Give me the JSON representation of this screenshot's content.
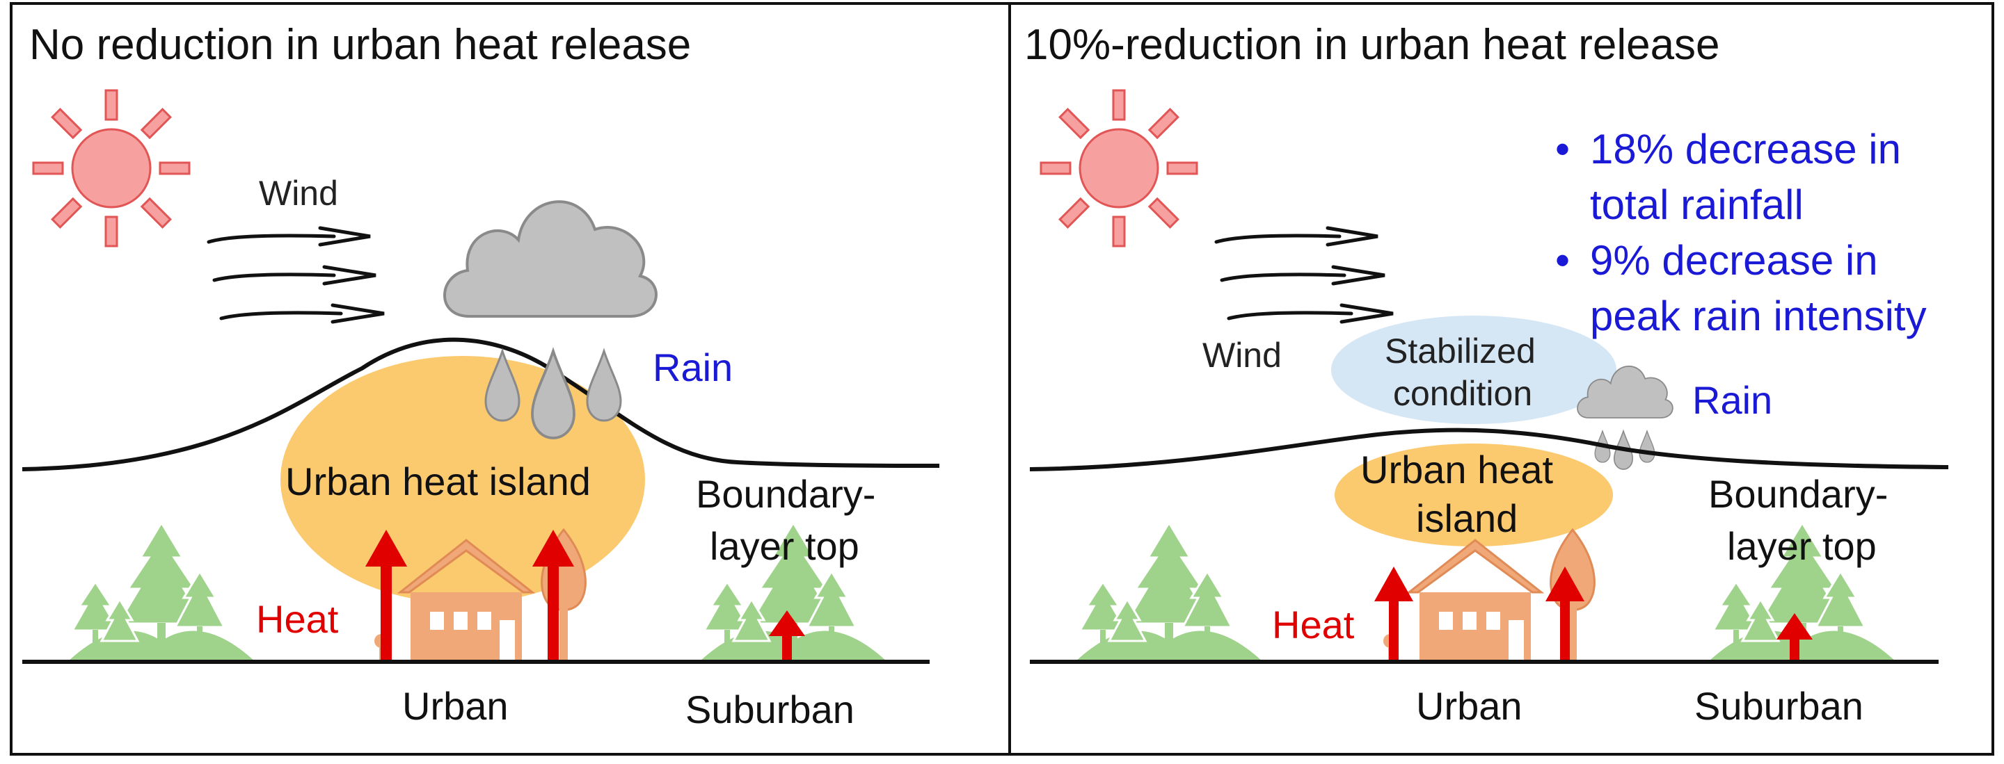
{
  "colors": {
    "sun": "#f7a0a0",
    "sun_stroke": "#e25555",
    "cloud": "#c0c0c0",
    "heat_island": "#fbc96e",
    "stabilized": "#d5e6f5",
    "tree": "#9fd28a",
    "house": "#f0a878",
    "heat_arrow": "#e00000",
    "note_text": "#1a1ad6"
  },
  "left_panel": {
    "title": "No reduction in urban heat release",
    "wind": "Wind",
    "rain": "Rain",
    "heat_island": "Urban heat island",
    "heat": "Heat",
    "boundary_line1": "Boundary-",
    "boundary_line2": "layer top",
    "urban": "Urban",
    "suburban": "Suburban"
  },
  "right_panel": {
    "title": "10%-reduction in urban heat release",
    "wind": "Wind",
    "rain": "Rain",
    "stabilized_line1": "Stabilized",
    "stabilized_line2": "condition",
    "heat_island_line1": "Urban heat",
    "heat_island_line2": "island",
    "heat": "Heat",
    "boundary_line1": "Boundary-",
    "boundary_line2": "layer top",
    "urban": "Urban",
    "suburban": "Suburban",
    "notes": [
      {
        "bullet": "•",
        "line1": "18% decrease in",
        "line2": "total rainfall"
      },
      {
        "bullet": "•",
        "line1": "9% decrease in",
        "line2": "peak rain intensity"
      }
    ]
  }
}
